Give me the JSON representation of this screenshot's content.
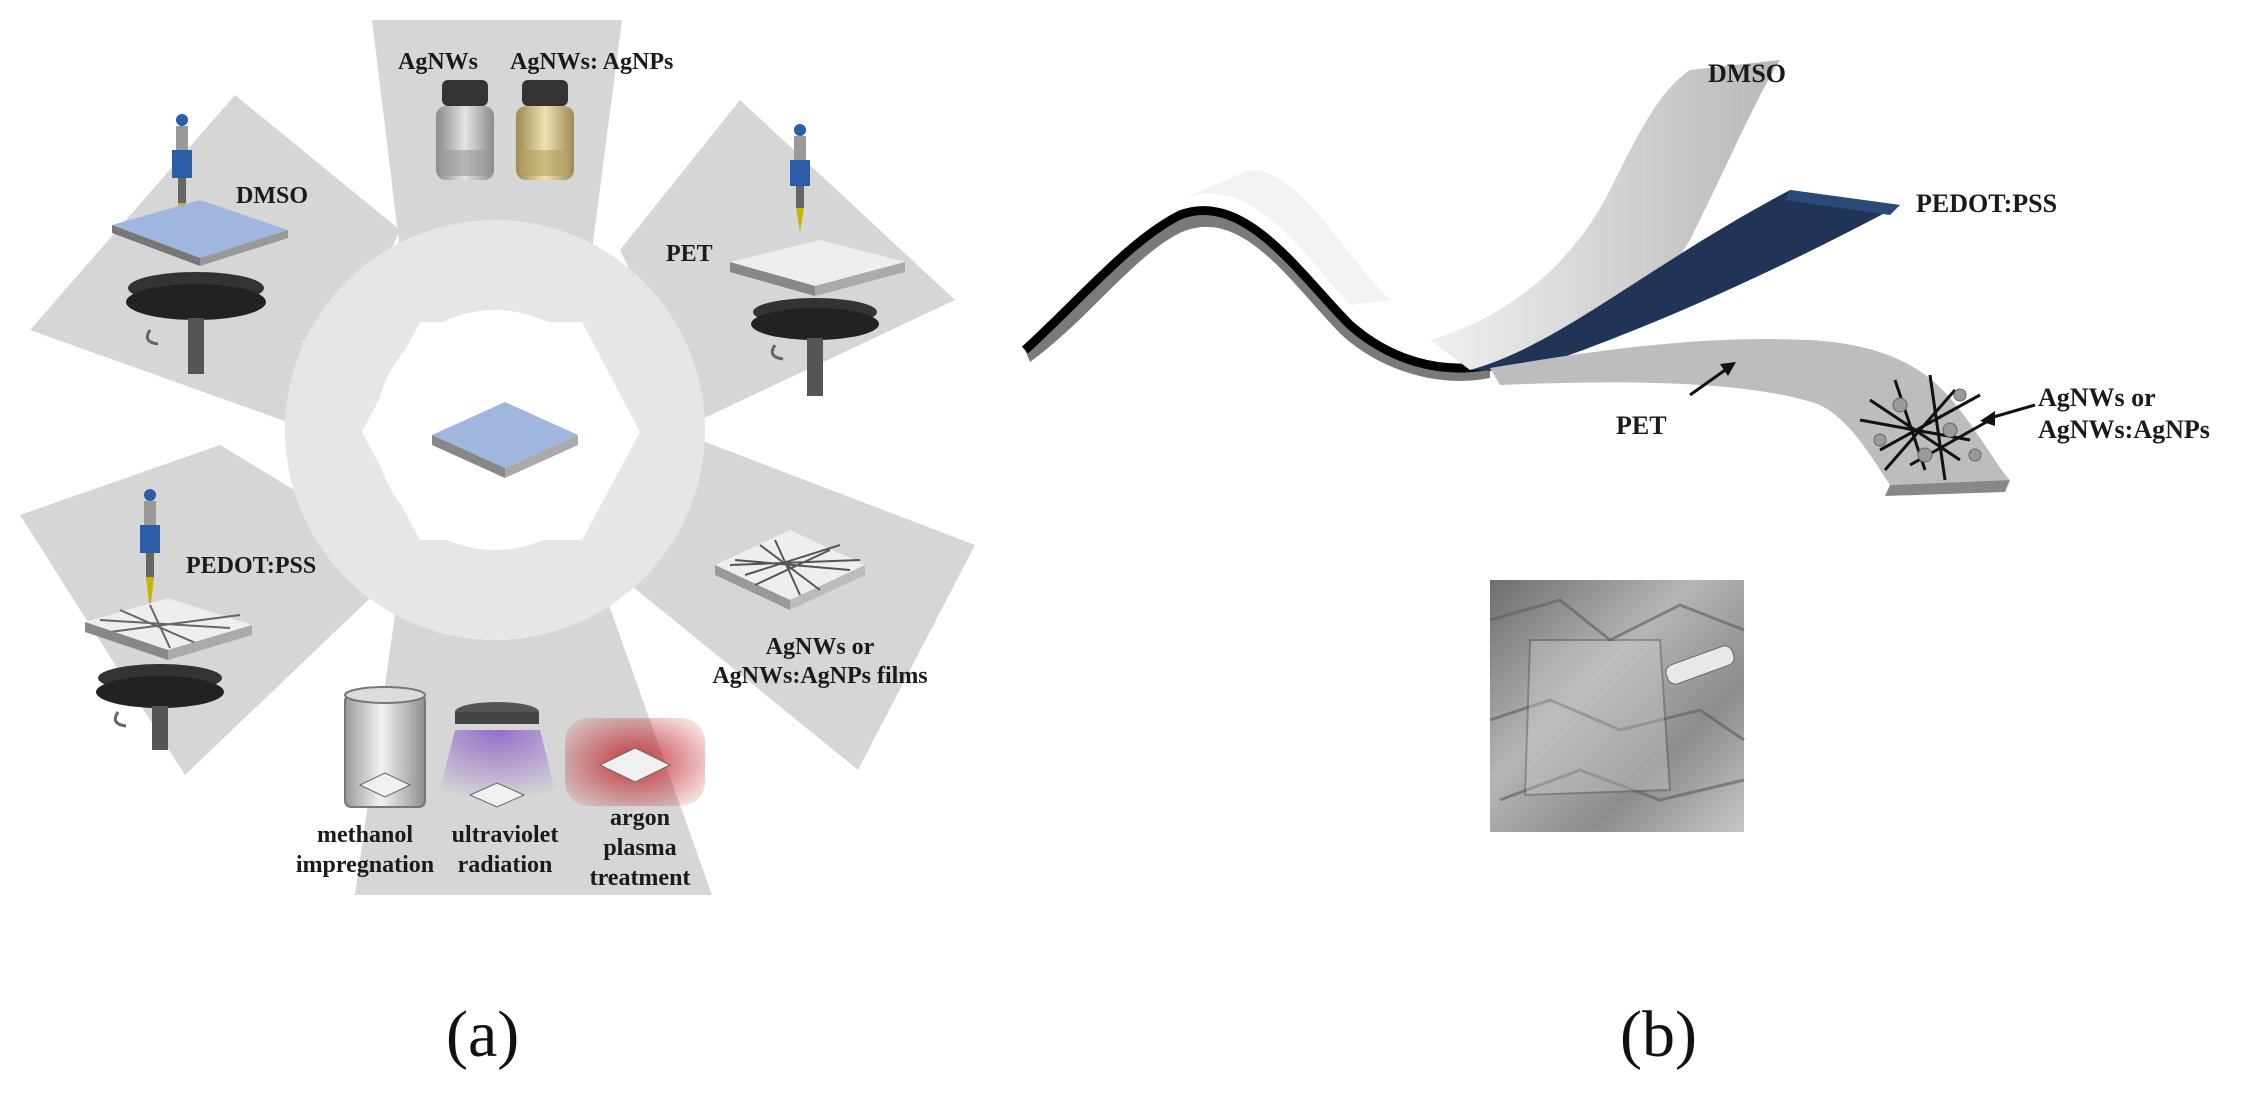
{
  "panel_a": {
    "letter": "(a)",
    "steps": {
      "solutions": {
        "label_agnws": "AgNWs",
        "label_agnws_agnps": "AgNWs: AgNPs"
      },
      "pet": {
        "label": "PET"
      },
      "films": {
        "label_line1": "AgNWs or",
        "label_line2": "AgNWs:AgNPs films"
      },
      "post_treatment": {
        "methanol_line1": "methanol",
        "methanol_line2": "impregnation",
        "uv_line1": "ultraviolet",
        "uv_line2": "radiation",
        "argon_line1": "argon",
        "argon_line2": "plasma",
        "argon_line3": "treatment"
      },
      "pedot": {
        "label": "PEDOT:PSS"
      },
      "dmso": {
        "label": "DMSO"
      }
    }
  },
  "panel_b": {
    "letter": "(b)",
    "layers": {
      "dmso": "DMSO",
      "pedot": "PEDOT:PSS",
      "pet": "PET",
      "agnws_line1": "AgNWs or",
      "agnws_line2": "AgNWs:AgNPs"
    },
    "colors": {
      "pedot_layer": "#1f3456",
      "dmso_layer": "#d9d9d9",
      "pet_layer": "#bdbdbd",
      "base_layer": "#7a7a7a"
    }
  },
  "colors": {
    "wedge": "#d6d6d6",
    "cycle_arrow": "#e4e4e4",
    "spin_coater": "#333333",
    "pipette_tip": "#c9b400",
    "pipette_body": "#2a5ea8",
    "uv_glow": "#8a5cc7",
    "plasma_glow": "#c0262a",
    "substrate_blue": "#9fb6de"
  },
  "icons": {
    "pipette": "pipette-icon",
    "spin_coater": "spin-coater-icon",
    "bottle": "bottle-icon",
    "beaker": "beaker-icon",
    "uv_lamp": "uv-lamp-icon",
    "plasma": "plasma-chamber-icon",
    "film": "nanowire-film-icon"
  }
}
